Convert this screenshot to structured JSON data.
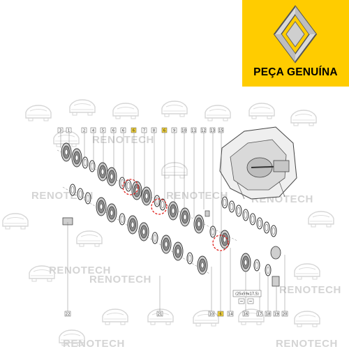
{
  "brand": {
    "logo_icon": "renault-diamond-logo",
    "badge_text": "PEÇA GENUÍNA",
    "accent_color": "#ffcc00"
  },
  "watermark": {
    "text": "RENOTECH",
    "icon": "renault-car-silhouette-icon"
  },
  "callouts": {
    "top": [
      "3",
      "1",
      "2",
      "4",
      "5",
      "6",
      "6",
      "7",
      "8",
      "6",
      "9",
      "10",
      "11",
      "12",
      "13",
      "15"
    ],
    "bottom": [
      "22",
      "21",
      "10",
      "6",
      "14",
      "16",
      "17",
      "18",
      "19",
      "20"
    ],
    "highlight_color": "#f2d23a"
  },
  "spec_label": "(25x59x17,5)"
}
